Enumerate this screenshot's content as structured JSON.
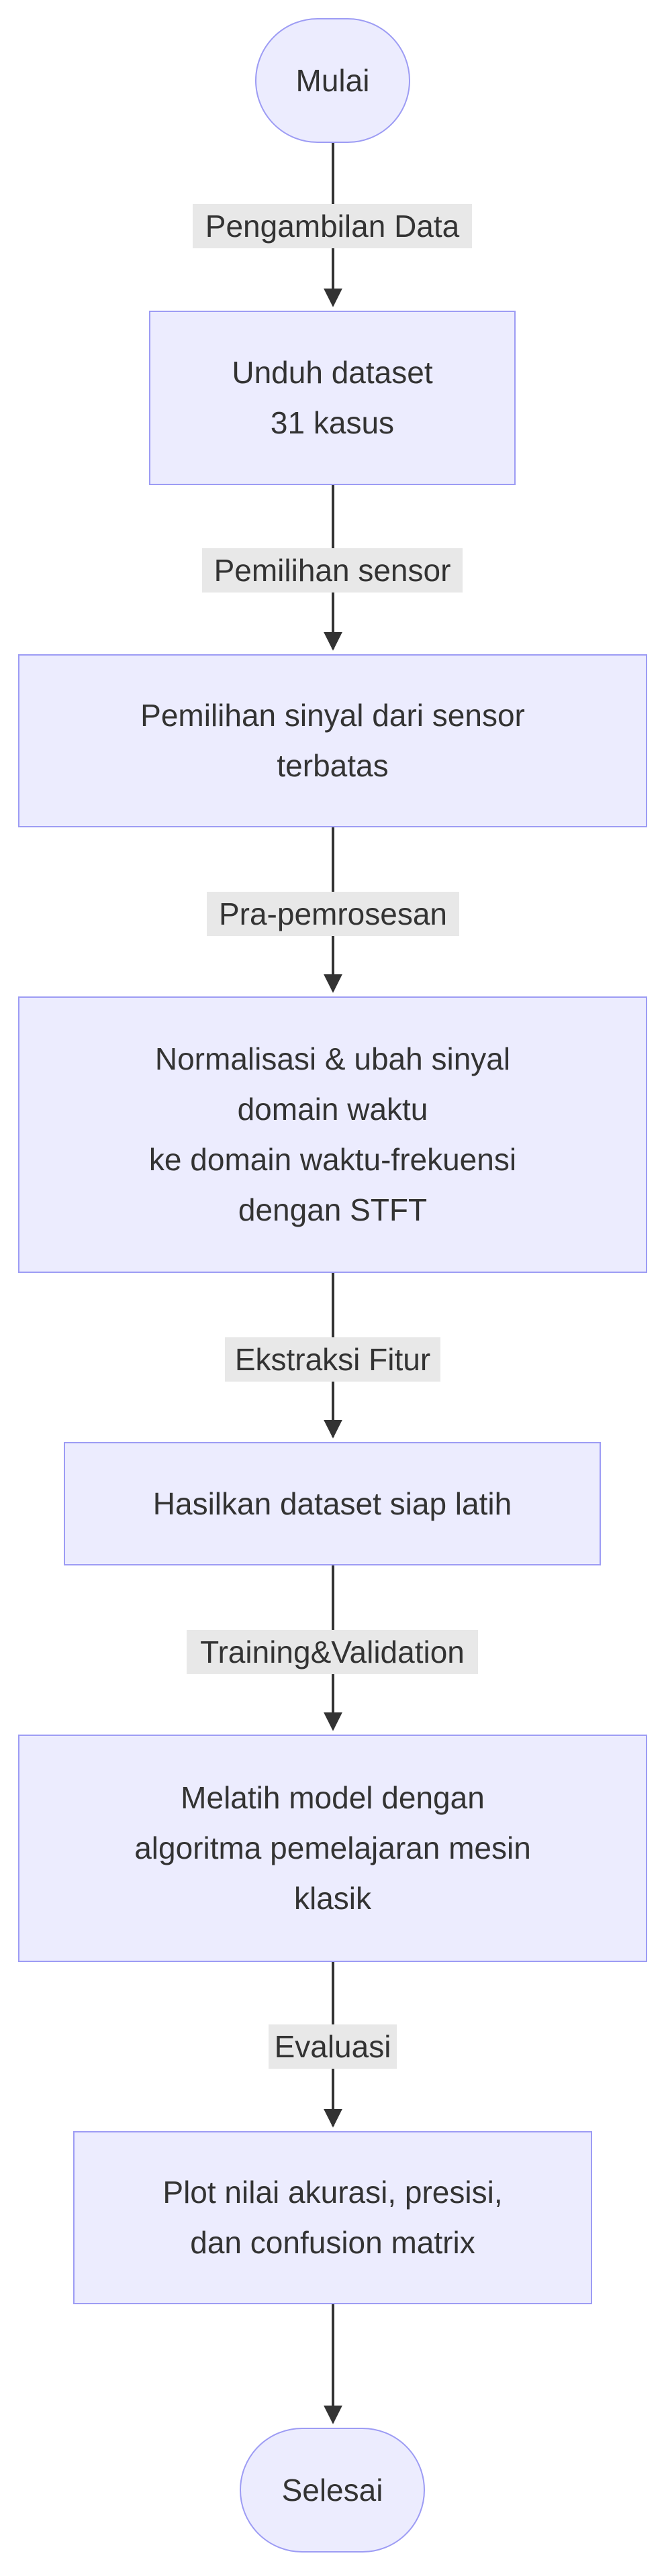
{
  "colors": {
    "node_fill": "#ececfe",
    "node_stroke": "#9d9cf4",
    "edge": "#333333",
    "label_bg": "#e8e8e8",
    "text": "#333333"
  },
  "nodes": {
    "start": "Mulai",
    "download": "Unduh dataset\n31 kasus",
    "select": "Pemilihan sinyal dari sensor\nterbatas",
    "normalize": "Normalisasi & ubah sinyal\ndomain waktu\nke domain waktu-frekuensi\ndengan STFT",
    "dataset": "Hasilkan dataset siap latih",
    "train": "Melatih model dengan\nalgoritma pemelajaran mesin\nklasik",
    "plot": "Plot nilai akurasi, presisi,\ndan confusion matrix",
    "end": "Selesai"
  },
  "edges": {
    "e1": "Pengambilan Data",
    "e2": "Pemilihan sensor",
    "e3": "Pra-pemrosesan",
    "e4": "Ekstraksi Fitur",
    "e5": "Training&Validation",
    "e6": "Evaluasi"
  }
}
